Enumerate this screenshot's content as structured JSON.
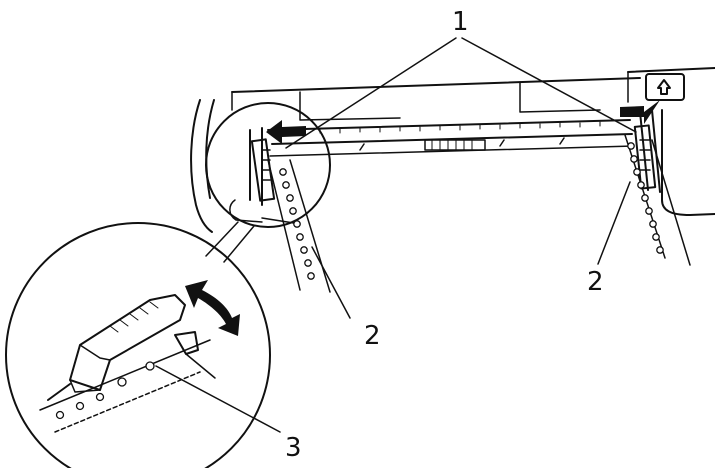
{
  "callouts": {
    "label_1": "1",
    "label_2_left": "2",
    "label_2_right": "2",
    "label_3": "3"
  },
  "colors": {
    "line": "#111111",
    "background": "#ffffff",
    "tractor_fill": "#d9d9d9"
  }
}
